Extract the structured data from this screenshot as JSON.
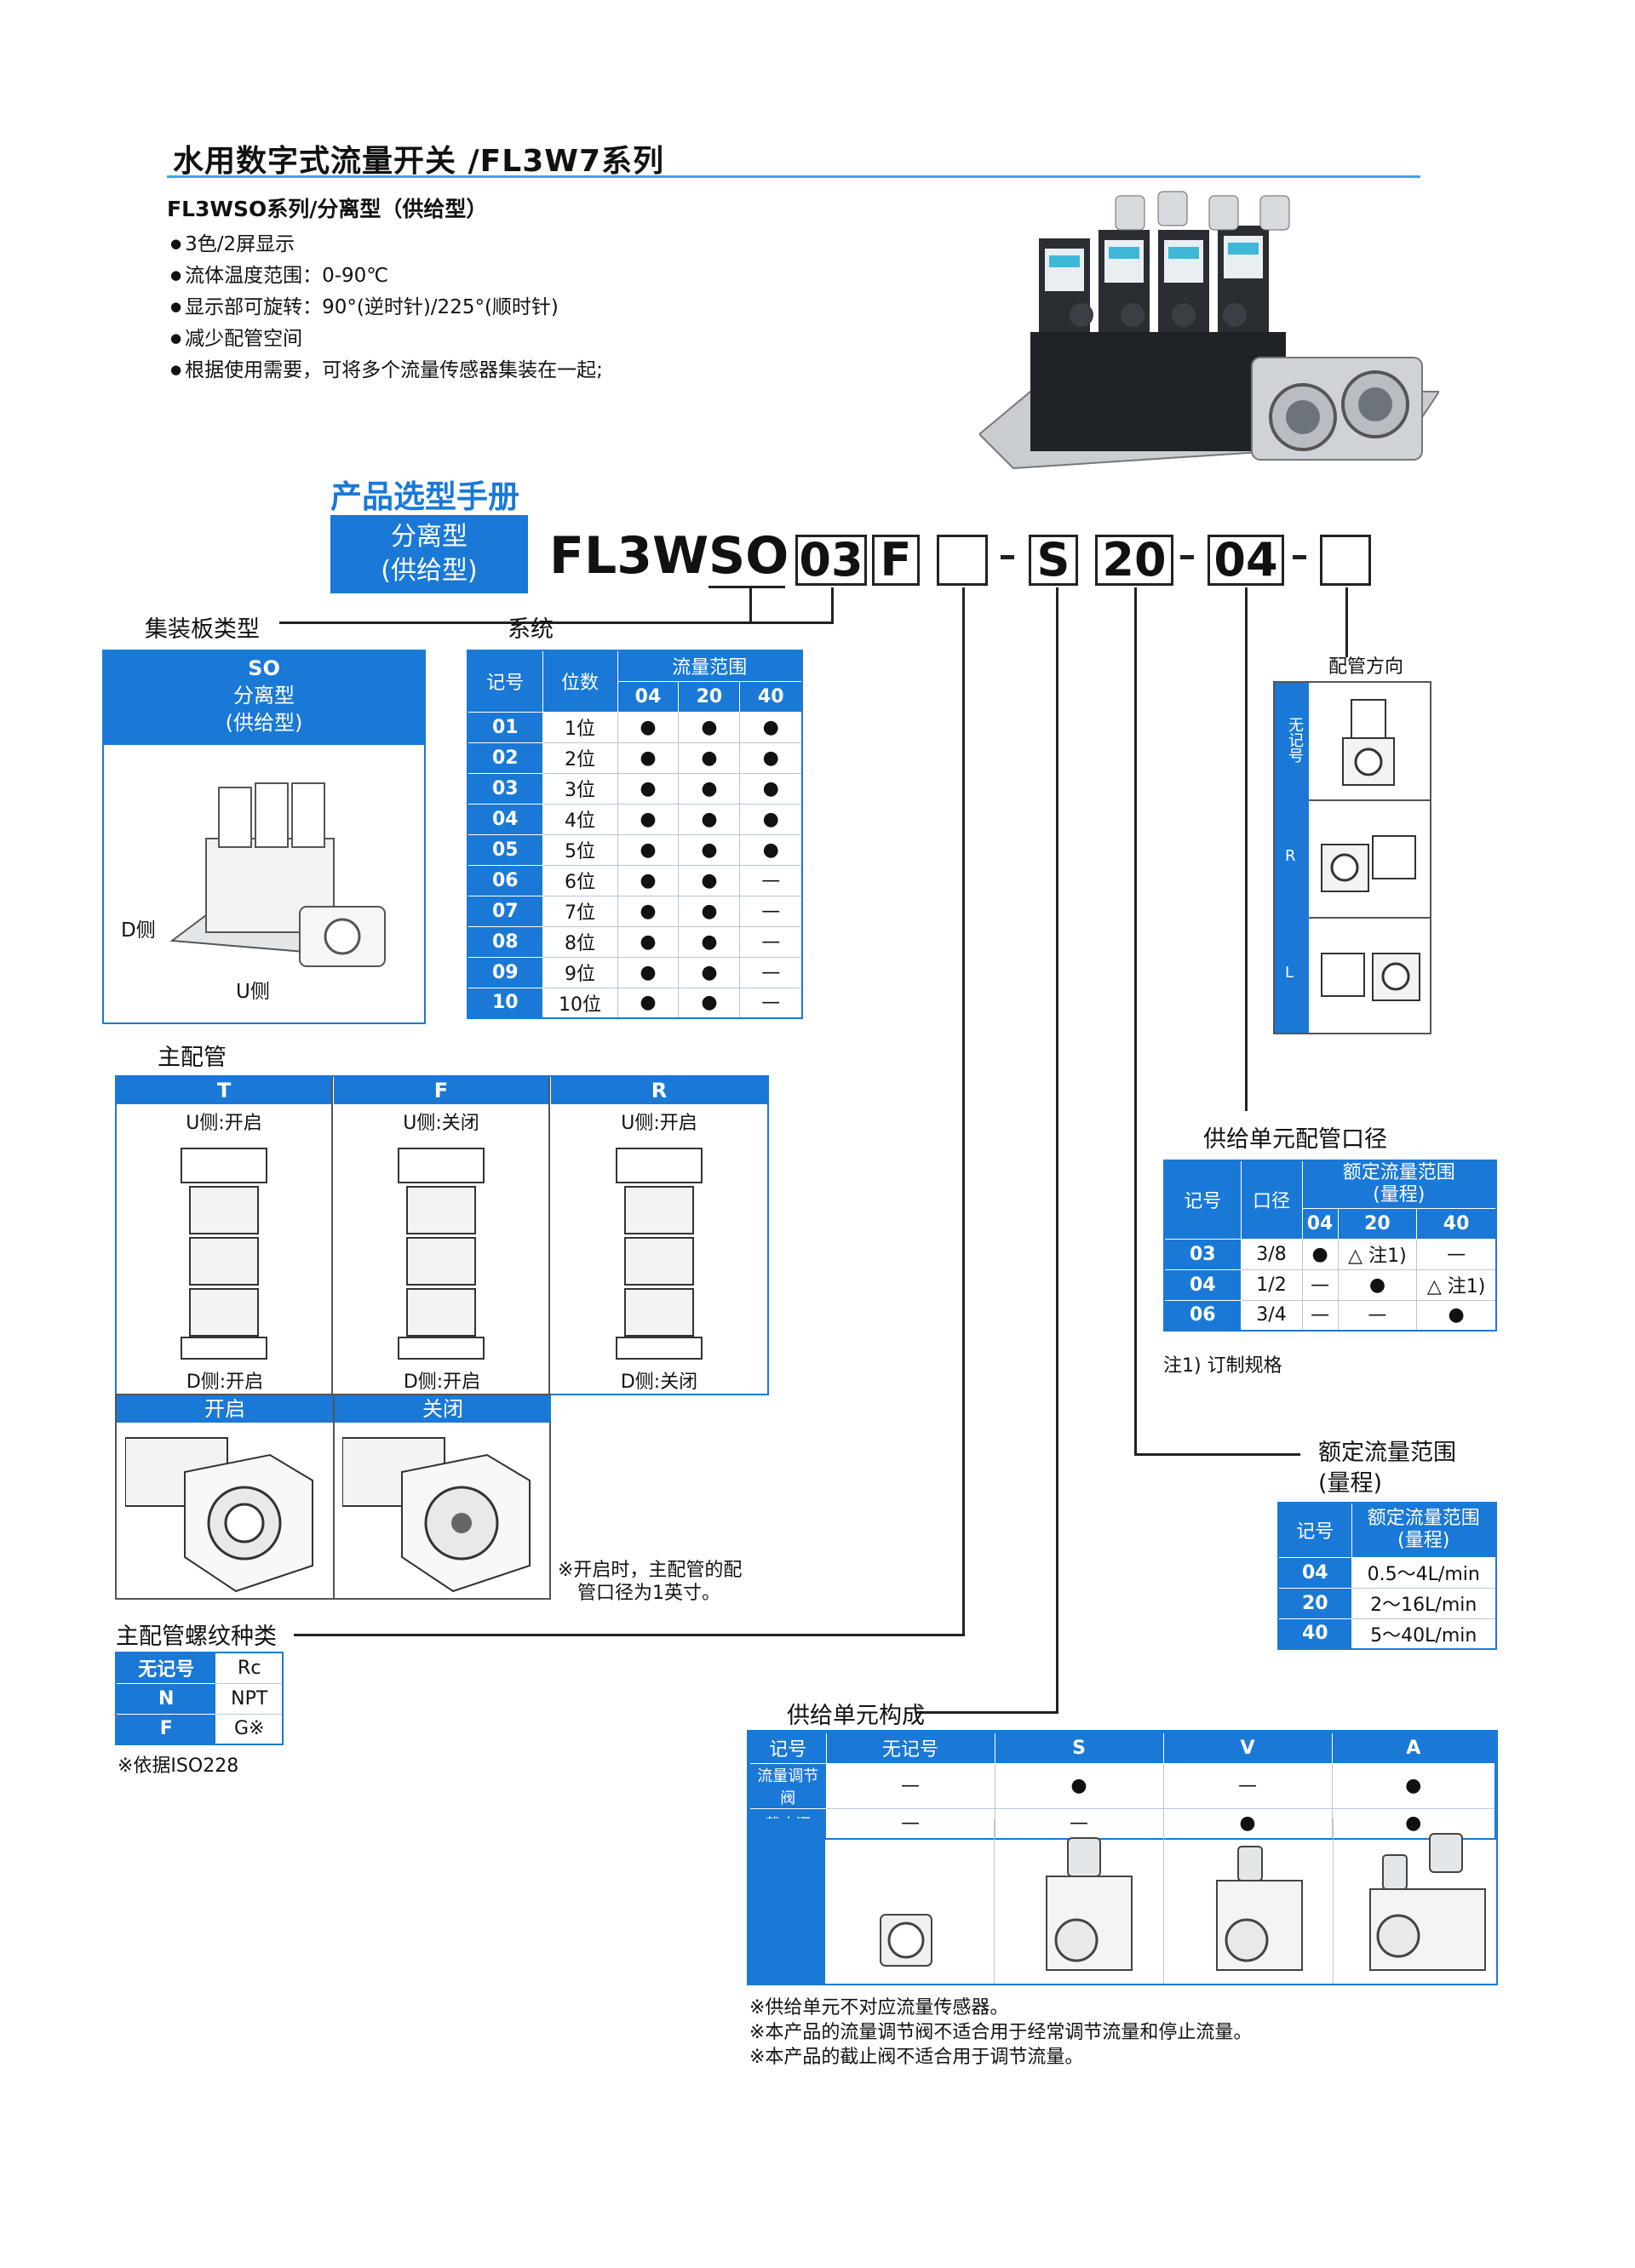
{
  "header": {
    "title": "水用数字式流量开关  /FL3W7系列",
    "subtitle": "FL3WSO系列/分离型（供给型）",
    "features": [
      "3色/2屏显示",
      "流体温度范围：0-90℃",
      "显示部可旋转：90°(逆时针)/225°(顺时针)",
      "减少配管空间",
      "根据使用需要，可将多个流量传感器集装在一起;"
    ]
  },
  "guide": {
    "title": "产品选型手册",
    "type_label_1": "分离型",
    "type_label_2": "(供给型)",
    "code_prefix": "FL3W",
    "code_so": "SO",
    "code_03": "03",
    "code_F": "F",
    "code_blank1": "",
    "code_S": "S",
    "code_20": "20",
    "code_04": "04",
    "code_blank2": "",
    "dash": "-"
  },
  "manifold_type": {
    "label": "集装板类型",
    "code": "SO",
    "name_1": "分离型",
    "name_2": "(供给型)",
    "d_side": "D侧",
    "u_side": "U侧"
  },
  "system": {
    "label": "系统",
    "headers": {
      "code": "记号",
      "stations": "位数",
      "flow": "流量范围",
      "r04": "04",
      "r20": "20",
      "r40": "40"
    },
    "rows": [
      {
        "code": "01",
        "st": "1位",
        "a": "●",
        "b": "●",
        "c": "●"
      },
      {
        "code": "02",
        "st": "2位",
        "a": "●",
        "b": "●",
        "c": "●"
      },
      {
        "code": "03",
        "st": "3位",
        "a": "●",
        "b": "●",
        "c": "●"
      },
      {
        "code": "04",
        "st": "4位",
        "a": "●",
        "b": "●",
        "c": "●"
      },
      {
        "code": "05",
        "st": "5位",
        "a": "●",
        "b": "●",
        "c": "●"
      },
      {
        "code": "06",
        "st": "6位",
        "a": "●",
        "b": "●",
        "c": "—"
      },
      {
        "code": "07",
        "st": "7位",
        "a": "●",
        "b": "●",
        "c": "—"
      },
      {
        "code": "08",
        "st": "8位",
        "a": "●",
        "b": "●",
        "c": "—"
      },
      {
        "code": "09",
        "st": "9位",
        "a": "●",
        "b": "●",
        "c": "—"
      },
      {
        "code": "10",
        "st": "10位",
        "a": "●",
        "b": "●",
        "c": "—"
      }
    ]
  },
  "piping_direction": {
    "label": "配管方向",
    "rows": [
      "无记号",
      "R",
      "L"
    ]
  },
  "main_pipe": {
    "label": "主配管",
    "cols": [
      {
        "code": "T",
        "top": "U侧:开启",
        "bottom": "D侧:开启"
      },
      {
        "code": "F",
        "top": "U侧:关闭",
        "bottom": "D侧:开启"
      },
      {
        "code": "R",
        "top": "U侧:开启",
        "bottom": "D侧:关闭"
      }
    ],
    "open": "开启",
    "closed": "关闭",
    "note_1": "※开启时，主配管的配",
    "note_2": "管口径为1英寸。"
  },
  "supply_port": {
    "label": "供给单元配管口径",
    "headers": {
      "code": "记号",
      "size": "口径",
      "range_1": "额定流量范围",
      "range_2": "(量程)",
      "r04": "04",
      "r20": "20",
      "r40": "40"
    },
    "rows": [
      {
        "code": "03",
        "size": "3/8",
        "a": "●",
        "b": "△ 注1)",
        "c": "—"
      },
      {
        "code": "04",
        "size": "1/2",
        "a": "—",
        "b": "●",
        "c": "△ 注1)"
      },
      {
        "code": "06",
        "size": "3/4",
        "a": "—",
        "b": "—",
        "c": "●"
      }
    ],
    "note": "注1) 订制规格"
  },
  "rated_flow": {
    "label_1": "额定流量范围",
    "label_2": "(量程)",
    "headers": {
      "code": "记号",
      "range_1": "额定流量范围",
      "range_2": "(量程)"
    },
    "rows": [
      {
        "code": "04",
        "range": "0.5～4L/min"
      },
      {
        "code": "20",
        "range": "2～16L/min"
      },
      {
        "code": "40",
        "range": "5～40L/min"
      }
    ]
  },
  "thread": {
    "label": "主配管螺纹种类",
    "rows": [
      {
        "code": "无记号",
        "type": "Rc"
      },
      {
        "code": "N",
        "type": "NPT"
      },
      {
        "code": "F",
        "type": "G※"
      }
    ],
    "note": "※依据ISO228"
  },
  "supply_unit": {
    "label": "供给单元构成",
    "headers": [
      "记号",
      "无记号",
      "S",
      "V",
      "A"
    ],
    "row1": {
      "name": "流量调节阀",
      "vals": [
        "—",
        "●",
        "—",
        "●"
      ]
    },
    "row2": {
      "name": "截止阀",
      "vals": [
        "—",
        "—",
        "●",
        "●"
      ]
    },
    "notes": [
      "※供给单元不对应流量传感器。",
      "※本产品的流量调节阀不适合用于经常调节流量和停止流量。",
      "※本产品的截止阀不适合用于调节流量。"
    ]
  }
}
